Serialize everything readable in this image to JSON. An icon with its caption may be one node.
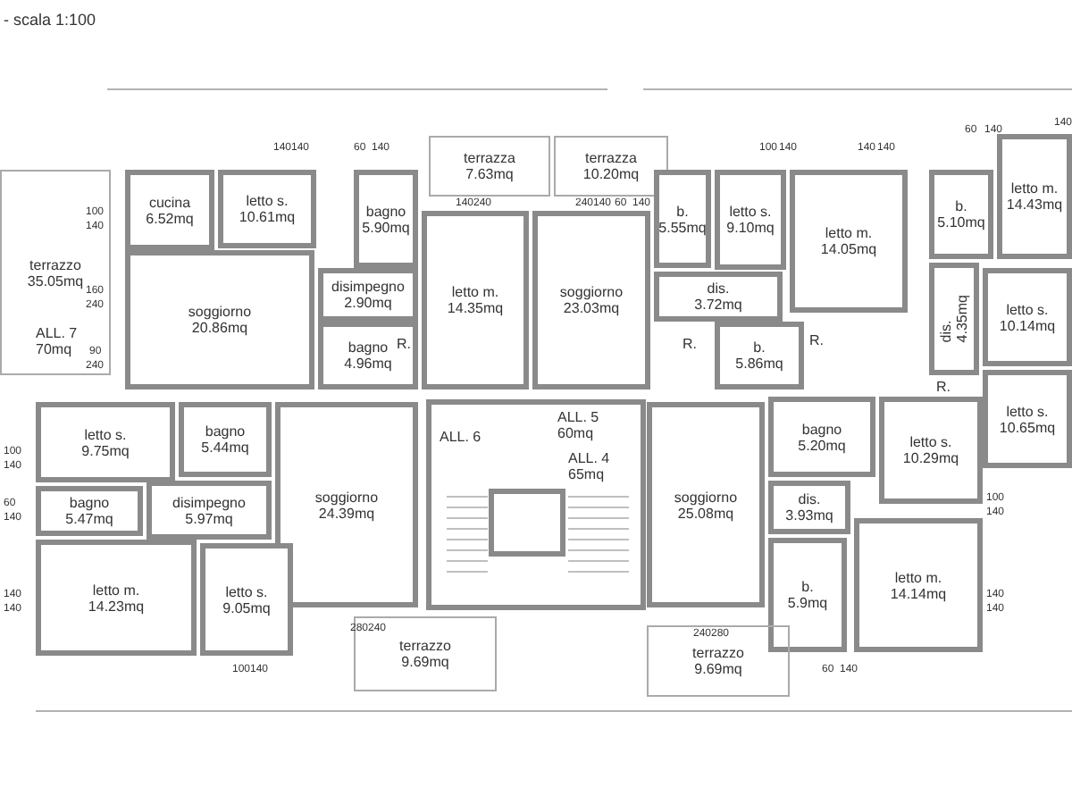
{
  "diagram": {
    "title": "- scala 1:100",
    "nodes": [
      {
        "text": [
          "terrazzo",
          "35.05mq"
        ]
      },
      {
        "text": [
          "cucina",
          "6.52mq"
        ]
      },
      {
        "text": [
          "letto s.",
          "10.61mq"
        ]
      },
      {
        "text": [
          "bagno",
          "5.90mq"
        ]
      },
      {
        "text": [
          "disimpegno",
          "2.90mq"
        ]
      },
      {
        "text": [
          "soggiorno",
          "20.86mq"
        ]
      },
      {
        "text": [
          "bagno",
          "4.96mq"
        ]
      },
      {
        "text": [
          "terrazza",
          "7.63mq"
        ]
      },
      {
        "text": [
          "terrazza",
          "10.20mq"
        ]
      },
      {
        "text": [
          "letto m.",
          "14.35mq"
        ]
      },
      {
        "text": [
          "soggiorno",
          "23.03mq"
        ]
      },
      {
        "text": [
          "b.",
          "5.55mq"
        ]
      },
      {
        "text": [
          "letto s.",
          "9.10mq"
        ]
      },
      {
        "text": [
          "letto m.",
          "14.05mq"
        ]
      },
      {
        "text": [
          "dis.",
          "3.72mq"
        ]
      },
      {
        "text": [
          "b.",
          "5.86mq"
        ]
      },
      {
        "text": [
          "b.",
          "5.10mq"
        ]
      },
      {
        "text": [
          "letto m.",
          "14.43mq"
        ]
      },
      {
        "text": [
          "dis.",
          "4.35mq"
        ]
      },
      {
        "text": [
          "letto s.",
          "10.14mq"
        ]
      },
      {
        "text": [
          "letto s.",
          "10.65mq"
        ]
      },
      {
        "text": [
          "letto s.",
          "9.75mq"
        ]
      },
      {
        "text": [
          "bagno",
          "5.44mq"
        ]
      },
      {
        "text": [
          "bagno",
          "5.47mq"
        ]
      },
      {
        "text": [
          "disimpegno",
          "5.97mq"
        ]
      },
      {
        "text": [
          "soggiorno",
          "24.39mq"
        ]
      },
      {
        "text": [
          "letto m.",
          "14.23mq"
        ]
      },
      {
        "text": [
          "letto s.",
          "9.05mq"
        ]
      },
      {
        "text": [
          "terrazzo",
          "9.69mq"
        ]
      },
      {
        "text": [
          "soggiorno",
          "25.08mq"
        ]
      },
      {
        "text": [
          "bagno",
          "5.20mq"
        ]
      },
      {
        "text": [
          "dis.",
          "3.93mq"
        ]
      },
      {
        "text": [
          "letto s.",
          "10.29mq"
        ]
      },
      {
        "text": [
          "letto m.",
          "14.14mq"
        ]
      },
      {
        "text": [
          "b.",
          "5.9mq"
        ]
      },
      {
        "text": [
          "terrazzo",
          "9.69mq"
        ]
      }
    ],
    "edges": [],
    "labels": [
      "ALL. 7 70mq",
      "ALL. 6",
      "ALL. 5 60mq",
      "ALL. 4 65mq",
      "R.",
      "R.",
      "R.",
      "R.",
      "100",
      "140",
      "160",
      "240",
      "90",
      "240",
      "140",
      "140",
      "60",
      "140",
      "140",
      "240",
      "240",
      "140",
      "60",
      "140",
      "100",
      "140",
      "140",
      "140",
      "60",
      "140",
      "140",
      "100",
      "140",
      "60",
      "140",
      "140",
      "140",
      "100",
      "140",
      "280",
      "240",
      "240",
      "280",
      "60",
      "140",
      "100",
      "140",
      "140",
      "140"
    ]
  }
}
